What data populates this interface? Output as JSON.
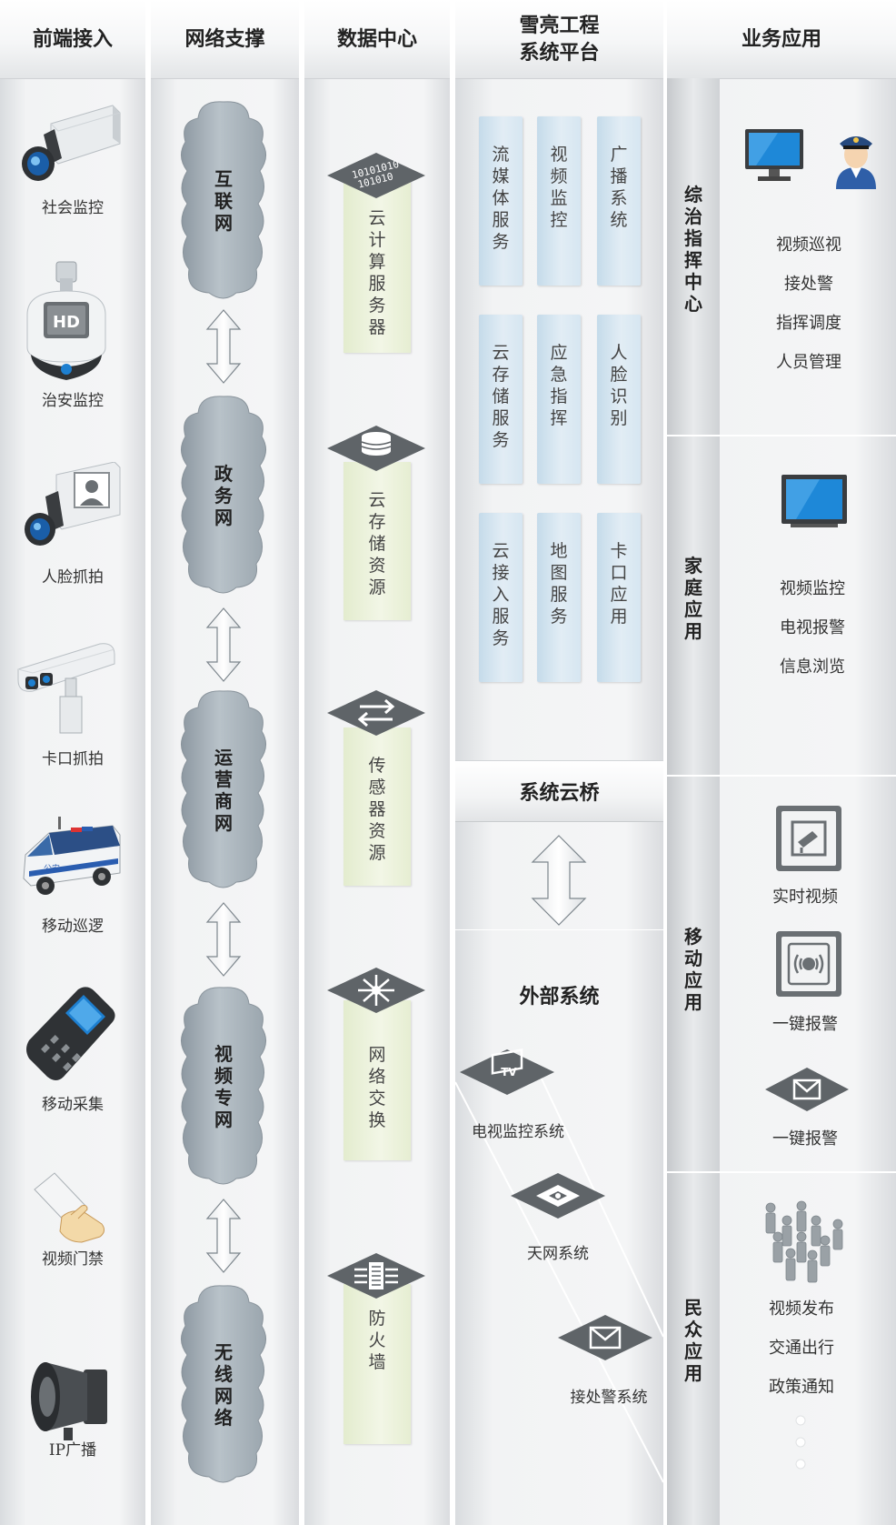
{
  "headers": {
    "frontend": "前端接入",
    "network": "网络支撑",
    "datacenter": "数据中心",
    "platform_line1": "雪亮工程",
    "platform_line2": "系统平台",
    "business": "业务应用"
  },
  "frontend_devices": [
    {
      "label": "社会监控",
      "icon": "box-camera-icon"
    },
    {
      "label": "治安监控",
      "icon": "hd-dome-camera-icon"
    },
    {
      "label": "人脸抓拍",
      "icon": "face-capture-camera-icon"
    },
    {
      "label": "卡口抓拍",
      "icon": "checkpoint-camera-icon"
    },
    {
      "label": "移动巡逻",
      "icon": "police-van-icon"
    },
    {
      "label": "移动采集",
      "icon": "handheld-terminal-icon"
    },
    {
      "label": "视频门禁",
      "icon": "access-card-icon"
    },
    {
      "label": "IP广播",
      "icon": "ip-speaker-icon"
    }
  ],
  "networks": [
    "互联网",
    "政务网",
    "运营商网",
    "视频专网",
    "无线网络"
  ],
  "datacenter_items": [
    {
      "label": "云计算服务器",
      "icon": "binary-server-icon"
    },
    {
      "label": "云存储资源",
      "icon": "database-icon"
    },
    {
      "label": "传感器资源",
      "icon": "exchange-arrows-icon"
    },
    {
      "label": "网络交换",
      "icon": "network-switch-icon"
    },
    {
      "label": "防火墙",
      "icon": "firewall-icon"
    }
  ],
  "platform_services": [
    "流媒体服务",
    "视频监控",
    "广播系统",
    "云存储服务",
    "应急指挥",
    "人脸识别",
    "云接入服务",
    "地图服务",
    "卡口应用"
  ],
  "cloud_bridge": "系统云桥",
  "external": {
    "title": "外部系统",
    "systems": [
      {
        "label": "电视监控系统",
        "icon": "tv-icon"
      },
      {
        "label": "天网系统",
        "icon": "skynet-film-icon"
      },
      {
        "label": "接处警系统",
        "icon": "envelope-icon"
      }
    ]
  },
  "business_sections": [
    {
      "name": "综治指挥中心",
      "items": [
        "视频巡视",
        "接处警",
        "指挥调度",
        "人员管理"
      ]
    },
    {
      "name": "家庭应用",
      "items": [
        "视频监控",
        "电视报警",
        "信息浏览"
      ]
    },
    {
      "name": "移动应用",
      "items": [
        "实时视频",
        "一键报警",
        "一键报警"
      ]
    },
    {
      "name": "民众应用",
      "items": [
        "视频发布",
        "交通出行",
        "政策通知"
      ]
    }
  ],
  "colors": {
    "screen_blue": "#1e88d8",
    "cloud_gray": "#a9b4bc",
    "bar_blue": "#d6e6f1",
    "pillar_green": "#eef3df",
    "diamond_gray": "#5f6468"
  }
}
